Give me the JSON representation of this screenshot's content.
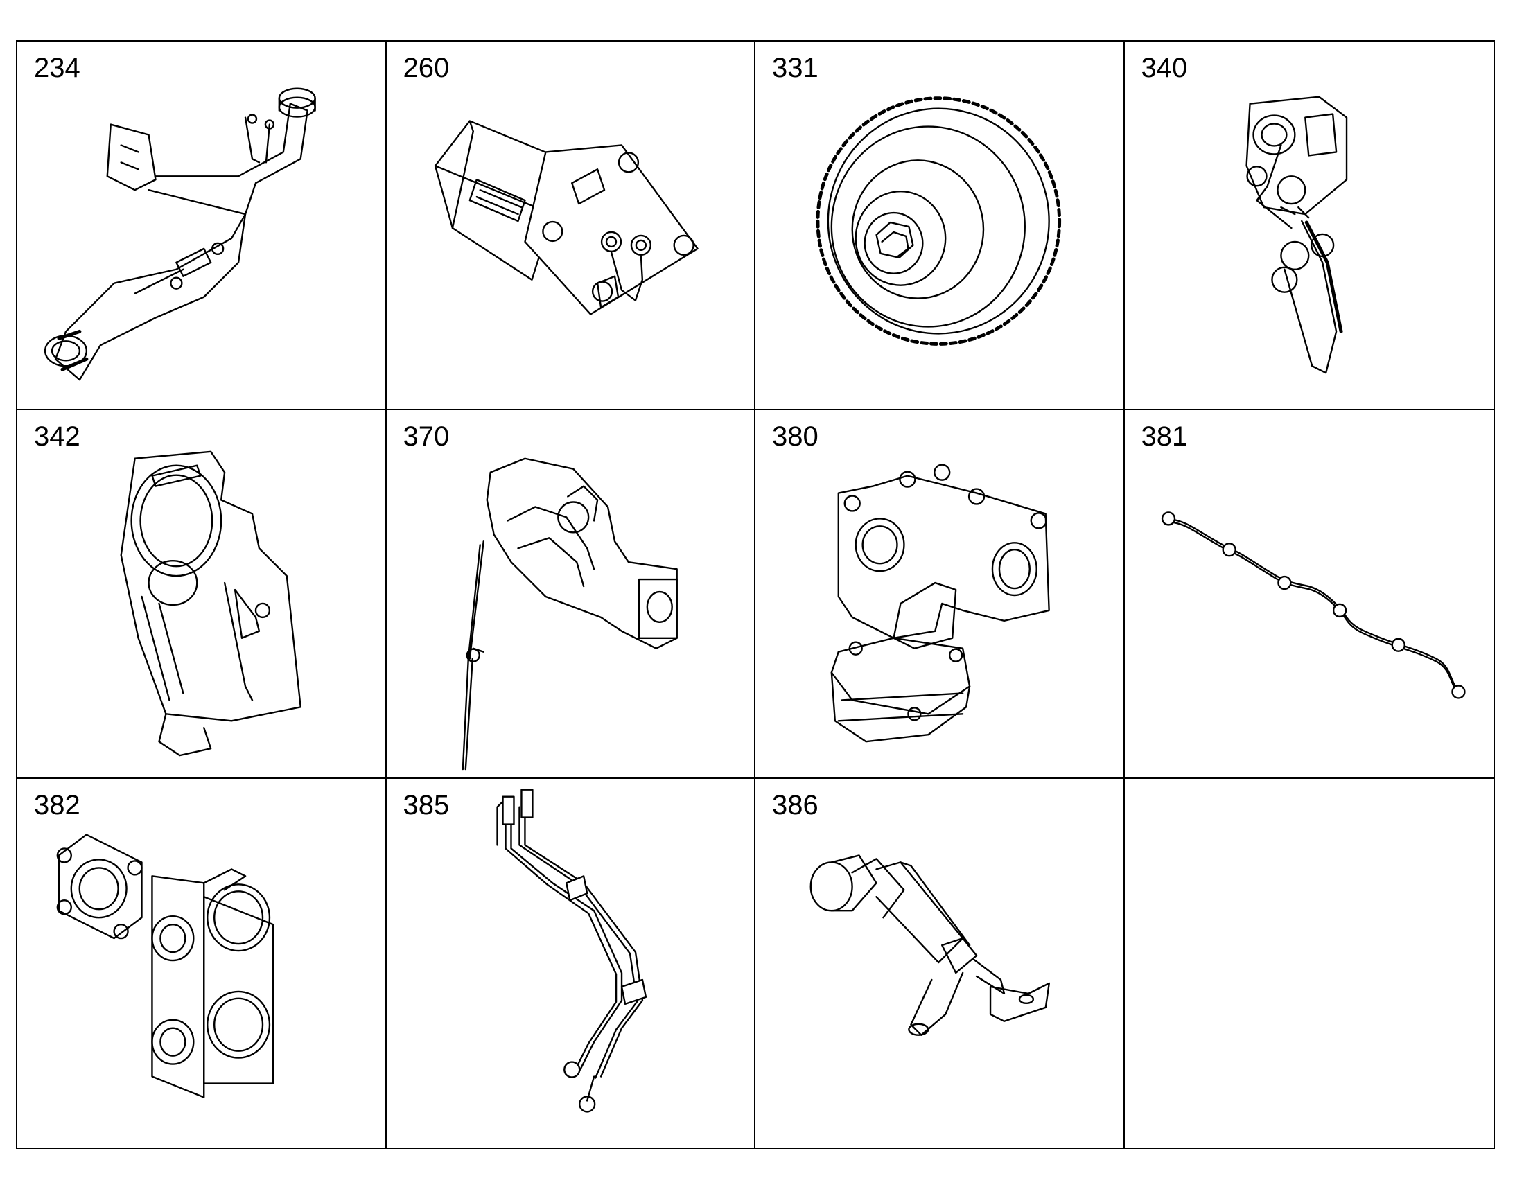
{
  "items": [
    {
      "number": "234",
      "icon": "intake-pipe-icon"
    },
    {
      "number": "260",
      "icon": "mounting-bracket-icon"
    },
    {
      "number": "331",
      "icon": "gear-icon"
    },
    {
      "number": "340",
      "icon": "belt-drive-icon"
    },
    {
      "number": "342",
      "icon": "belt-cover-icon"
    },
    {
      "number": "370",
      "icon": "water-pump-housing-icon"
    },
    {
      "number": "380",
      "icon": "thermostat-housing-icon"
    },
    {
      "number": "381",
      "icon": "wiring-harness-icon"
    },
    {
      "number": "382",
      "icon": "flange-pipes-icon"
    },
    {
      "number": "385",
      "icon": "fuel-lines-icon"
    },
    {
      "number": "386",
      "icon": "drain-valve-icon"
    },
    {
      "number": "",
      "icon": ""
    }
  ]
}
